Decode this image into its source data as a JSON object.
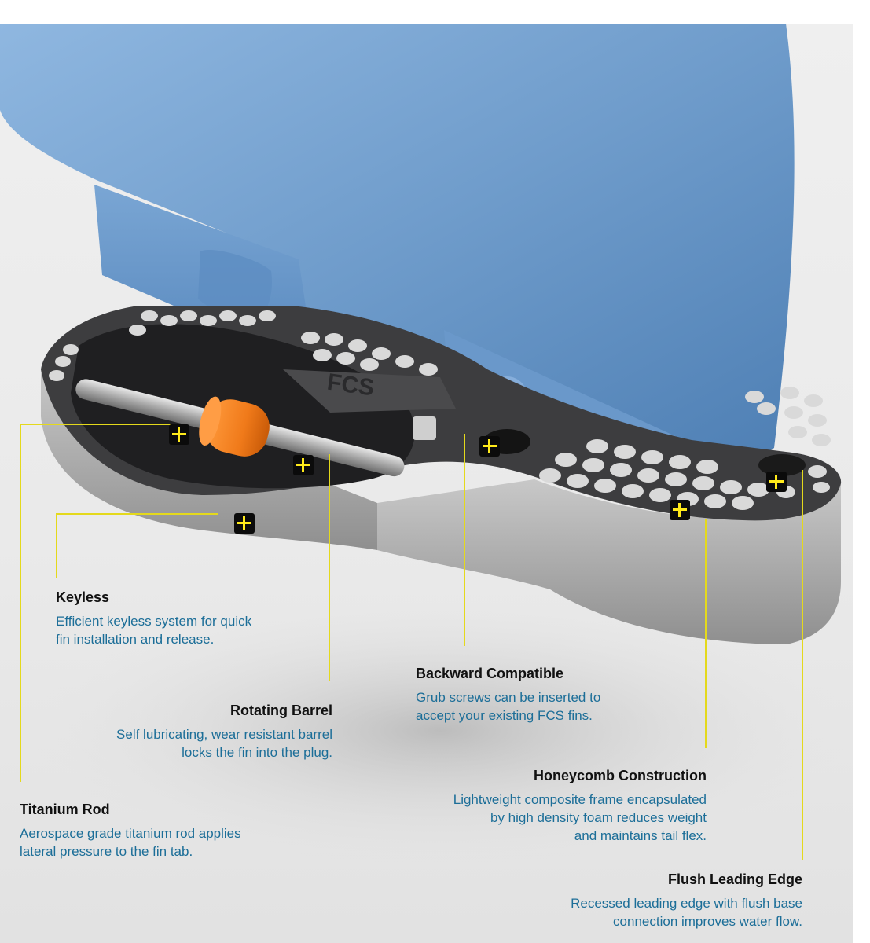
{
  "colors": {
    "fin_blue": "#6f9ccb",
    "base_dark": "#3a3a3c",
    "base_light": "#b9b9b9",
    "barrel_orange": "#f07a1a",
    "hotspot_yellow": "#ffea1a",
    "callout_line": "#e4d91c",
    "title_text": "#111111",
    "body_text": "#1c6e98"
  },
  "product": {
    "engraved_logo": "FCS"
  },
  "features": [
    {
      "id": "keyless",
      "title": "Keyless",
      "desc_lines": [
        "Efficient keyless system for quick",
        "fin installation and release."
      ]
    },
    {
      "id": "rotating-barrel",
      "title": "Rotating Barrel",
      "desc_lines": [
        "Self lubricating, wear resistant barrel",
        "locks the fin into the plug."
      ]
    },
    {
      "id": "titanium-rod",
      "title": "Titanium Rod",
      "desc_lines": [
        "Aerospace grade titanium rod applies",
        "lateral pressure to the fin tab."
      ]
    },
    {
      "id": "backward-compatible",
      "title": "Backward Compatible",
      "desc_lines": [
        "Grub screws can be inserted to",
        "accept your existing FCS fins."
      ]
    },
    {
      "id": "honeycomb-construction",
      "title": "Honeycomb Construction",
      "desc_lines": [
        "Lightweight composite frame encapsulated",
        "by high density foam reduces weight",
        "and maintains tail flex."
      ]
    },
    {
      "id": "flush-leading-edge",
      "title": "Flush Leading Edge",
      "desc_lines": [
        "Recessed leading edge with flush base",
        "connection improves water flow."
      ]
    }
  ]
}
